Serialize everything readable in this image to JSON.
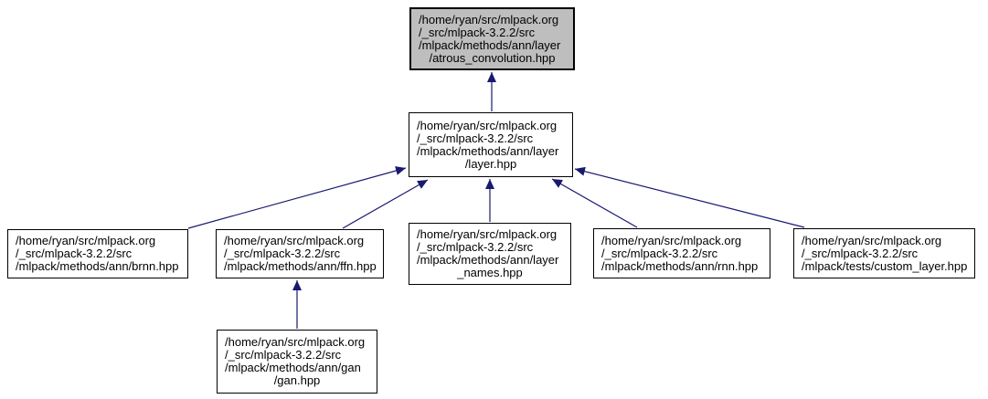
{
  "diagram": {
    "kind": "include-dependency-graph",
    "colors": {
      "edge": "#191970",
      "node_border": "#000000",
      "node_fill": "#ffffff",
      "highlight_fill": "#bebebe",
      "background": "#ffffff",
      "text": "#000000"
    },
    "nodes": [
      {
        "id": "atrous_convolution",
        "highlighted": true,
        "lines": [
          "/home/ryan/src/mlpack.org",
          "/_src/mlpack-3.2.2/src",
          "/mlpack/methods/ann/layer",
          "/atrous_convolution.hpp"
        ]
      },
      {
        "id": "layer",
        "highlighted": false,
        "lines": [
          "/home/ryan/src/mlpack.org",
          "/_src/mlpack-3.2.2/src",
          "/mlpack/methods/ann/layer",
          "/layer.hpp"
        ]
      },
      {
        "id": "brnn",
        "highlighted": false,
        "lines": [
          "/home/ryan/src/mlpack.org",
          "/_src/mlpack-3.2.2/src",
          "/mlpack/methods/ann/brnn.hpp"
        ]
      },
      {
        "id": "ffn",
        "highlighted": false,
        "lines": [
          "/home/ryan/src/mlpack.org",
          "/_src/mlpack-3.2.2/src",
          "/mlpack/methods/ann/ffn.hpp"
        ]
      },
      {
        "id": "layer_names",
        "highlighted": false,
        "lines": [
          "/home/ryan/src/mlpack.org",
          "/_src/mlpack-3.2.2/src",
          "/mlpack/methods/ann/layer",
          "_names.hpp"
        ]
      },
      {
        "id": "rnn",
        "highlighted": false,
        "lines": [
          "/home/ryan/src/mlpack.org",
          "/_src/mlpack-3.2.2/src",
          "/mlpack/methods/ann/rnn.hpp"
        ]
      },
      {
        "id": "custom_layer",
        "highlighted": false,
        "lines": [
          "/home/ryan/src/mlpack.org",
          "/_src/mlpack-3.2.2/src",
          "/mlpack/tests/custom_layer.hpp"
        ]
      },
      {
        "id": "gan",
        "highlighted": false,
        "lines": [
          "/home/ryan/src/mlpack.org",
          "/_src/mlpack-3.2.2/src",
          "/mlpack/methods/ann/gan",
          "/gan.hpp"
        ]
      }
    ],
    "edges": [
      {
        "from": "layer",
        "to": "atrous_convolution"
      },
      {
        "from": "brnn",
        "to": "layer"
      },
      {
        "from": "ffn",
        "to": "layer"
      },
      {
        "from": "layer_names",
        "to": "layer"
      },
      {
        "from": "rnn",
        "to": "layer"
      },
      {
        "from": "custom_layer",
        "to": "layer"
      },
      {
        "from": "gan",
        "to": "ffn"
      }
    ]
  }
}
